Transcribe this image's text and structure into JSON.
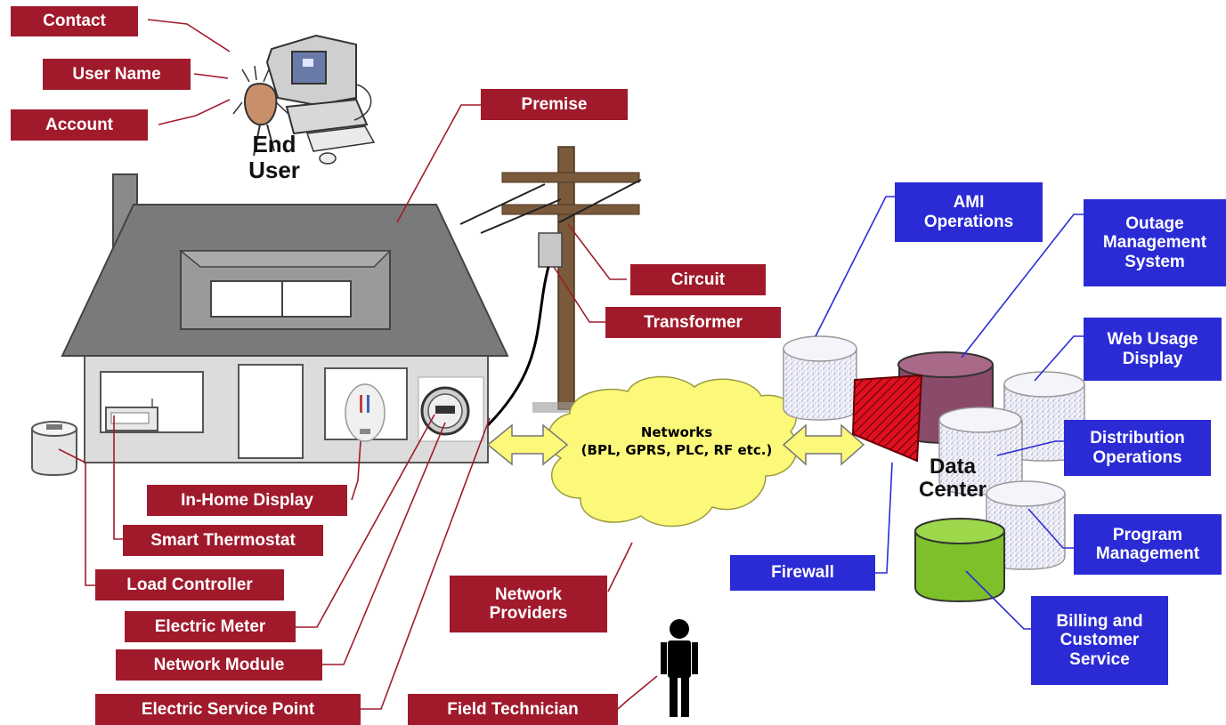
{
  "end_user": {
    "title_line1": "End",
    "title_line2": "User",
    "labels": {
      "contact": "Contact",
      "user_name": "User Name",
      "account": "Account"
    }
  },
  "premise": {
    "premise": "Premise",
    "circuit": "Circuit",
    "transformer": "Transformer",
    "in_home_display": "In-Home Display",
    "smart_thermostat": "Smart Thermostat",
    "load_controller": "Load Controller",
    "electric_meter": "Electric Meter",
    "network_module": "Network Module",
    "electric_service_point": "Electric Service Point"
  },
  "network": {
    "title": "Networks",
    "subtitle": "(BPL, GPRS, PLC, RF etc.)",
    "providers_line1": "Network",
    "providers_line2": "Providers",
    "field_technician": "Field Technician"
  },
  "data_center": {
    "title_line1": "Data",
    "title_line2": "Center",
    "firewall": "Firewall",
    "systems": {
      "ami_l1": "AMI",
      "ami_l2": "Operations",
      "oms_l1": "Outage",
      "oms_l2": "Management",
      "oms_l3": "System",
      "web_l1": "Web Usage",
      "web_l2": "Display",
      "dist_l1": "Distribution",
      "dist_l2": "Operations",
      "prog_l1": "Program",
      "prog_l2": "Management",
      "bill_l1": "Billing and",
      "bill_l2": "Customer",
      "bill_l3": "Service"
    }
  },
  "colors": {
    "label_red": "#a01a2c",
    "label_blue": "#2b2bd6",
    "roof_gray": "#7a7a7a",
    "wall_gray": "#dcdcdc",
    "cloud_yellow": "#fbf87a",
    "pole_brown": "#7a5a3a",
    "firewall_red": "#e01020",
    "billing_green": "#7ec02a",
    "oms_maroon": "#8a4a6a"
  }
}
